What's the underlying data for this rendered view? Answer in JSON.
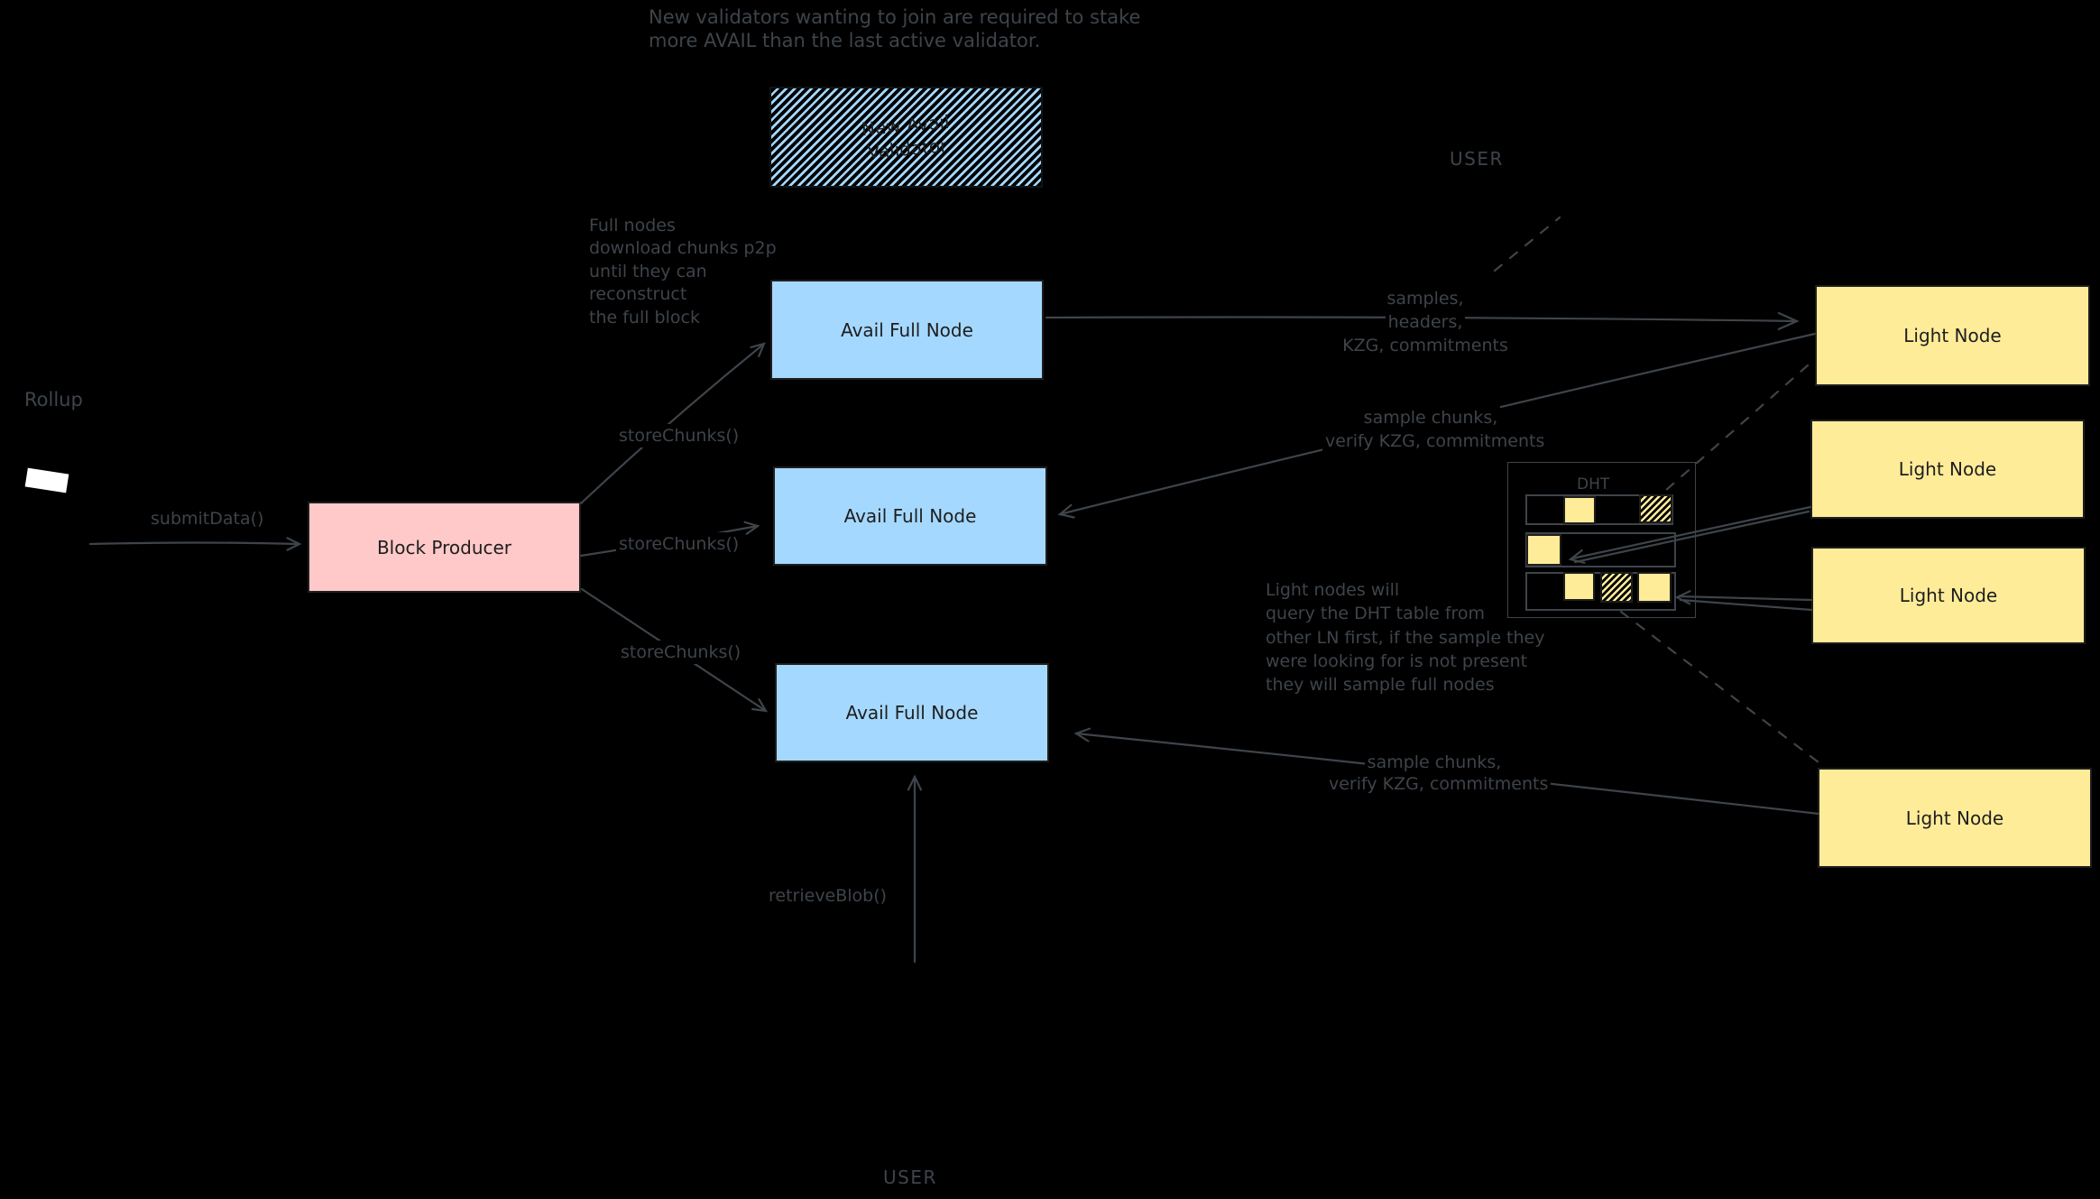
{
  "diagram": {
    "background": "#000000",
    "stroke_color": "#3e444a",
    "box_text_color": "#1e1e1e",
    "fills": {
      "full_node": "#a5d8ff",
      "block_producer": "#ffc9c9",
      "light_node": "#ffec99",
      "rollup_chip": "#ffffff"
    }
  },
  "notes": {
    "top": {
      "lines": [
        "New validators wanting to join are required to stake",
        "more AVAIL than the last active validator."
      ]
    },
    "full_nodes": {
      "lines": [
        "Full nodes",
        "download chunks p2p",
        "until they can",
        "reconstruct",
        "the full block"
      ]
    },
    "dht": {
      "lines": [
        "Light nodes will",
        "query the DHT table from",
        "other LN first, if the sample they",
        "were looking for is not present",
        "they will sample full nodes"
      ]
    }
  },
  "labels": {
    "rollup": "Rollup",
    "user_top": "USER",
    "user_bottom": "USER",
    "submit_data": "submitData()",
    "store_chunks_1": "storeChunks()",
    "store_chunks_2": "storeChunks()",
    "store_chunks_3": "storeChunks()",
    "retrieve_blob": "retrieveBlob()",
    "samples": {
      "lines": [
        "samples,",
        "headers,",
        "KZG, commitments"
      ]
    },
    "sample_chunks_top": {
      "lines": [
        "sample chunks,",
        "verify KZG, commitments"
      ]
    },
    "sample_chunks_bottom": {
      "lines": [
        "sample chunks,",
        "verify KZG, commitments"
      ]
    },
    "dht_title": "DHT"
  },
  "nodes": {
    "new_avail_validator": {
      "label_lines": [
        "New Avail",
        "Validator"
      ]
    },
    "block_producer": {
      "label": "Block Producer"
    },
    "full_nodes": [
      {
        "label": "Avail Full Node"
      },
      {
        "label": "Avail Full Node"
      },
      {
        "label": "Avail Full Node"
      }
    ],
    "light_nodes": [
      {
        "label": "Light Node"
      },
      {
        "label": "Light Node"
      },
      {
        "label": "Light Node"
      },
      {
        "label": "Light Node"
      }
    ]
  }
}
